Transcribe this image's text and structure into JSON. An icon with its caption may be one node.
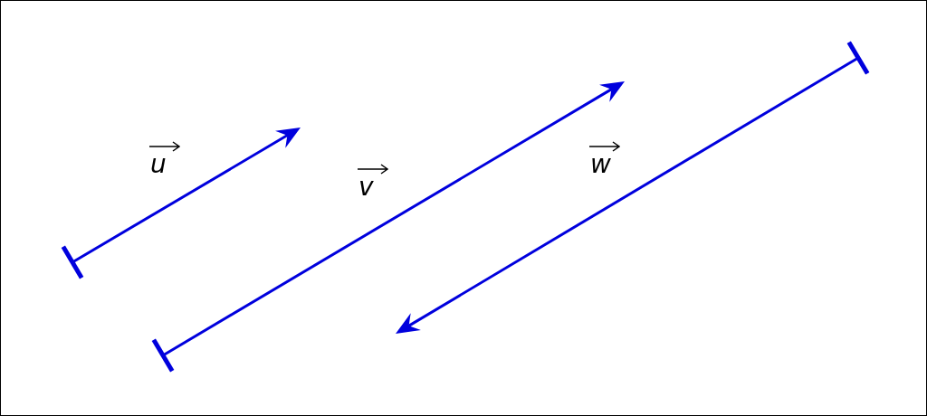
{
  "diagram": {
    "labels": [
      "u",
      "v",
      "w"
    ]
  }
}
